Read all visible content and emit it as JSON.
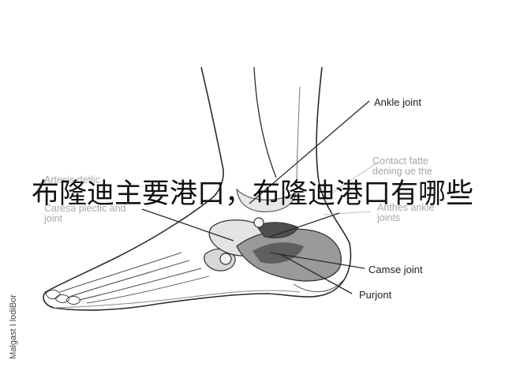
{
  "overlay": {
    "title": "布隆迪主要港口，布隆迪港口有哪些"
  },
  "labels": {
    "ankle_joint": "Ankle joint",
    "contact_line1": "Contact fatte",
    "contact_line2": "dening ue the",
    "anthes_line1": "Anthes ankle",
    "anthes_line2": "joints",
    "camse_joint": "Camse joint",
    "purjont": "Purjont",
    "left_faded_line1": "Artesis detlic",
    "left_faded_line2": "Caresa plectic and",
    "left_faded_line3": "joint"
  },
  "watermark": "Malgast I lodiBor",
  "colors": {
    "line": "#2a2a2a",
    "bone_dark": "#6a6a6a",
    "bone_light": "#d8d8d8",
    "faded_text": "#a8a8a8"
  }
}
